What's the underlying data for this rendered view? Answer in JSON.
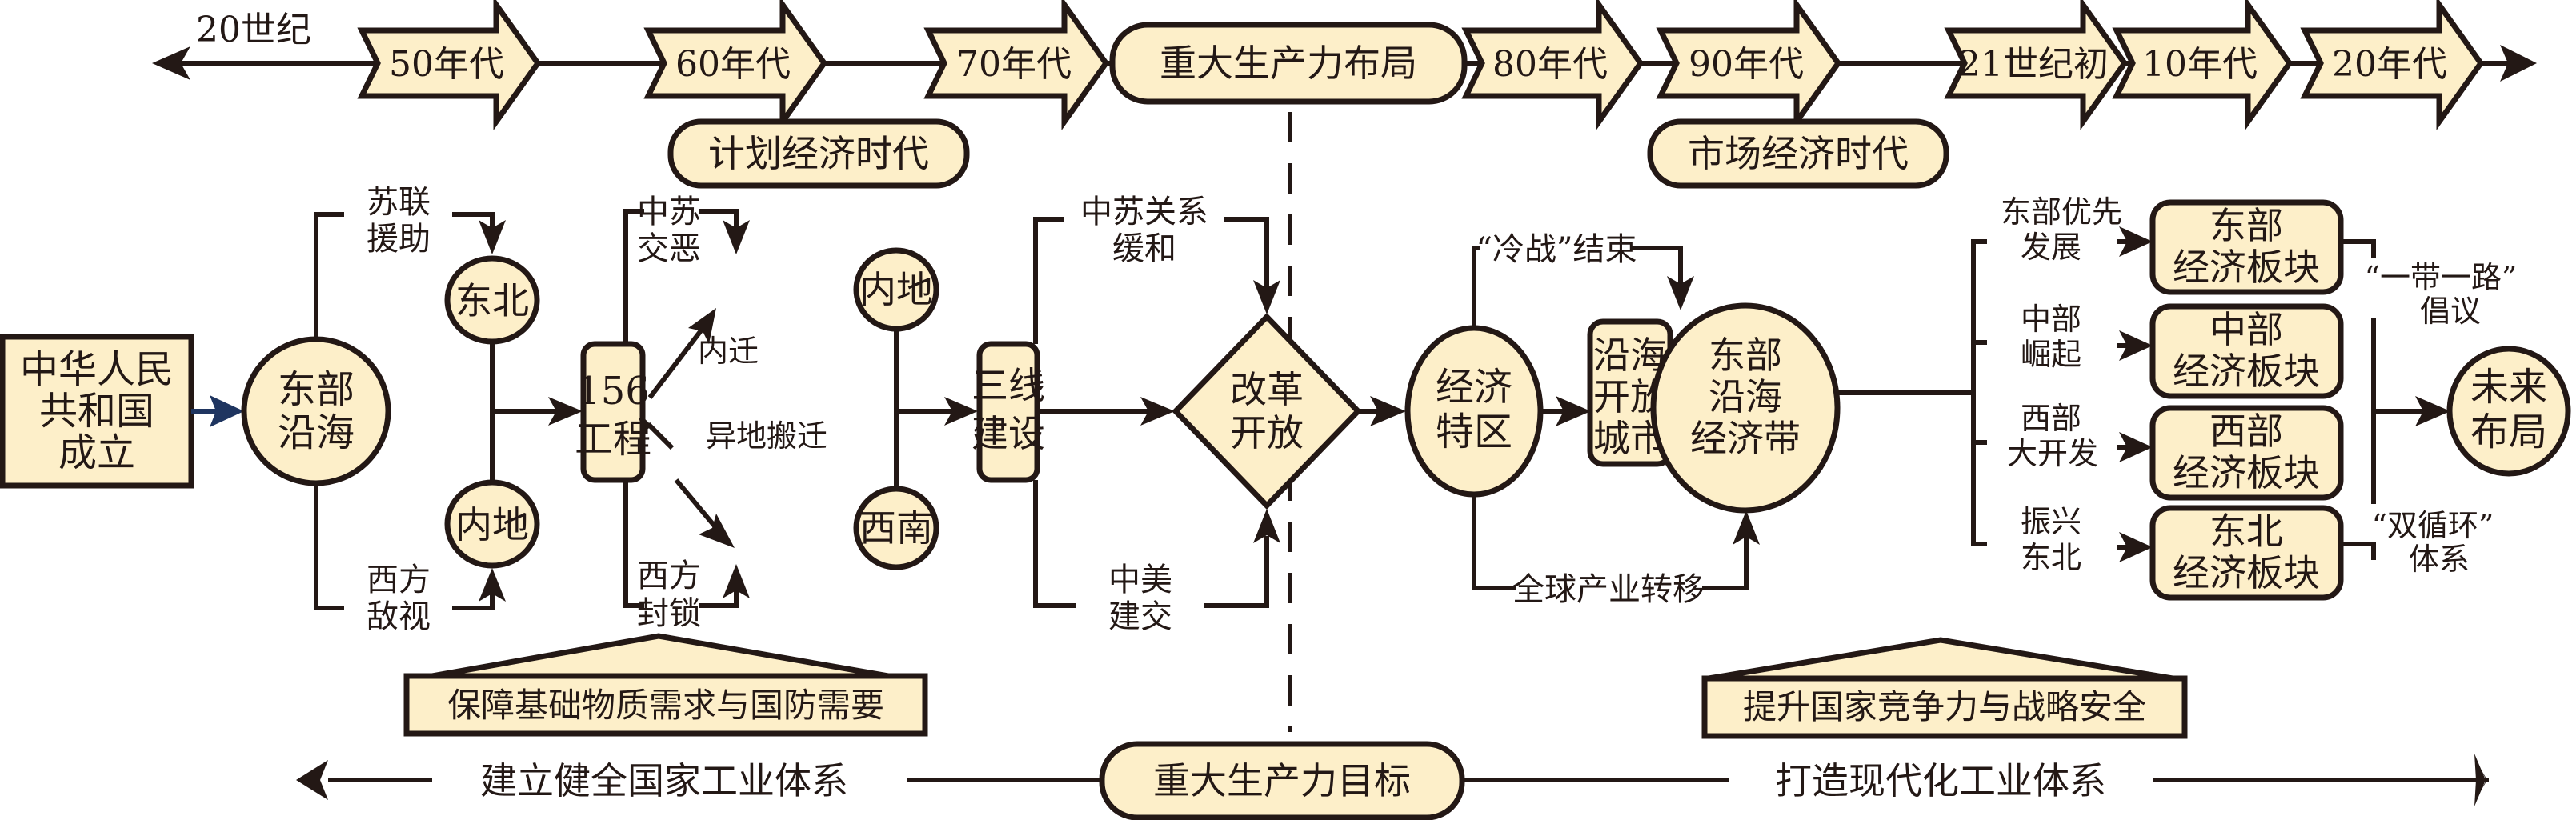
{
  "colors": {
    "node_fill": "#fdefc9",
    "stroke": "#231815",
    "start_arrow": "#1f3560",
    "background": "#ffffff"
  },
  "timeline": {
    "left_label": "20世纪",
    "decades": [
      "50年代",
      "60年代",
      "70年代",
      "80年代",
      "90年代",
      "21世纪初",
      "10年代",
      "20年代"
    ],
    "center_label": "重大生产力布局",
    "era_planned": "计划经济时代",
    "era_market": "市场经济时代"
  },
  "nodes": {
    "founding": [
      "中华人民",
      "共和国",
      "成立"
    ],
    "east_coast": [
      "东部",
      "沿海"
    ],
    "northeast": "东北",
    "inland_1": "内地",
    "project156": [
      "156",
      "工程"
    ],
    "inland_2": "内地",
    "southwest": "西南",
    "third_front": [
      "三线",
      "建设"
    ],
    "reform": [
      "改革",
      "开放"
    ],
    "sez": [
      "经济",
      "特区"
    ],
    "coastal_cities": [
      "沿海",
      "开放",
      "城市"
    ],
    "coastal_belt": [
      "东部",
      "沿海",
      "经济带"
    ],
    "block_east": [
      "东部",
      "经济板块"
    ],
    "block_central": [
      "中部",
      "经济板块"
    ],
    "block_west": [
      "西部",
      "经济板块"
    ],
    "block_northeast": [
      "东北",
      "经济板块"
    ],
    "future": [
      "未来",
      "布局"
    ]
  },
  "edge_labels": {
    "soviet_aid": [
      "苏联",
      "援助"
    ],
    "western_hostility": [
      "西方",
      "敌视"
    ],
    "sino_soviet_split": [
      "中苏",
      "交恶"
    ],
    "move_inland": "内迁",
    "relocation": "异地搬迁",
    "western_blockade": [
      "西方",
      "封锁"
    ],
    "sino_soviet_easing": [
      "中苏关系",
      "缓和"
    ],
    "sino_us_relations": [
      "中美",
      "建交"
    ],
    "cold_war_end": "“冷战”结束",
    "global_shift": "全球产业转移",
    "east_first": [
      "东部优先",
      "发展"
    ],
    "central_rise": [
      "中部",
      "崛起"
    ],
    "west_dev": [
      "西部",
      "大开发"
    ],
    "ne_revival": [
      "振兴",
      "东北"
    ],
    "belt_road": [
      "“一带一路”",
      "倡议"
    ],
    "dual_circulation": [
      "“双循环”",
      "体系"
    ]
  },
  "goals": {
    "left_roof": "保障基础物质需求与国防需要",
    "right_roof": "提升国家竞争力与战略安全",
    "left_arrow": "建立健全国家工业体系",
    "center": "重大生产力目标",
    "right_arrow": "打造现代化工业体系"
  }
}
